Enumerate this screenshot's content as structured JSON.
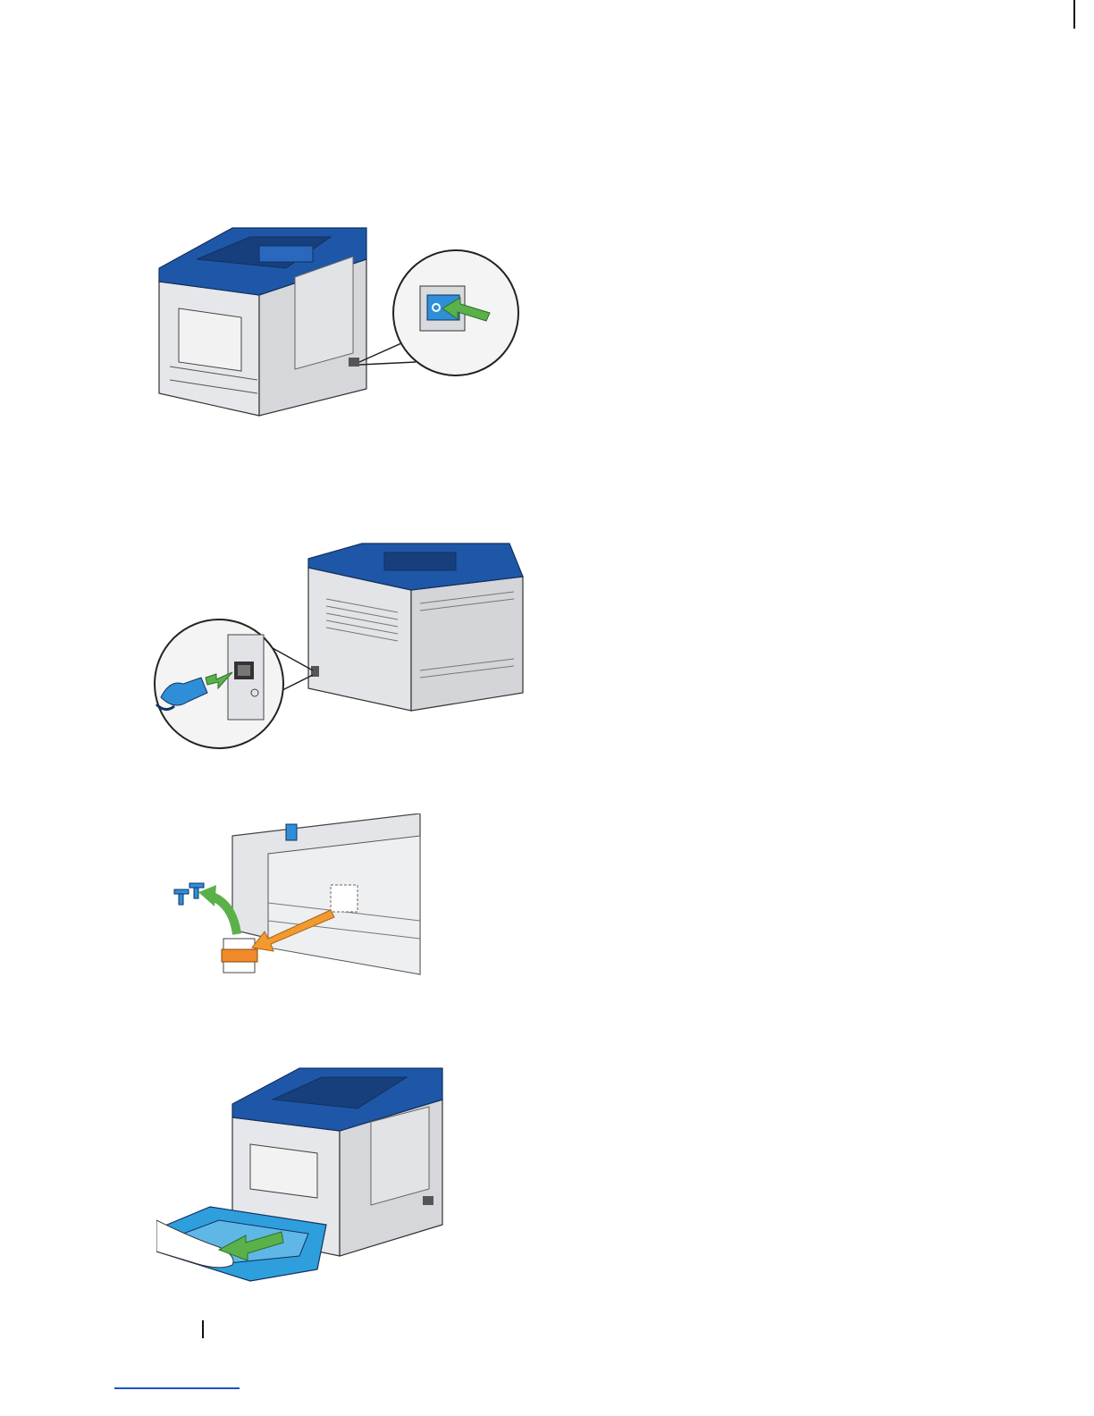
{
  "colors": {
    "printer_blue": "#1f57a8",
    "printer_blue_dark": "#173f7c",
    "body_gray": "#dcdde0",
    "body_gray_dark": "#b9bbc0",
    "arrow_green": "#5ab14a",
    "arrow_orange": "#f29a2e",
    "tray_blue": "#2e9fdc",
    "tape_orange": "#f08a2a",
    "link_blue": "#1a56c4"
  },
  "figures": [
    {
      "id": "power-switch-off",
      "icon": "printer-front-power-switch"
    },
    {
      "id": "power-cord-unplug",
      "icon": "printer-rear-power-cord"
    },
    {
      "id": "remove-tape-screws",
      "icon": "tray-tape-removal"
    },
    {
      "id": "pull-tray-out",
      "icon": "printer-tray-pull"
    }
  ]
}
